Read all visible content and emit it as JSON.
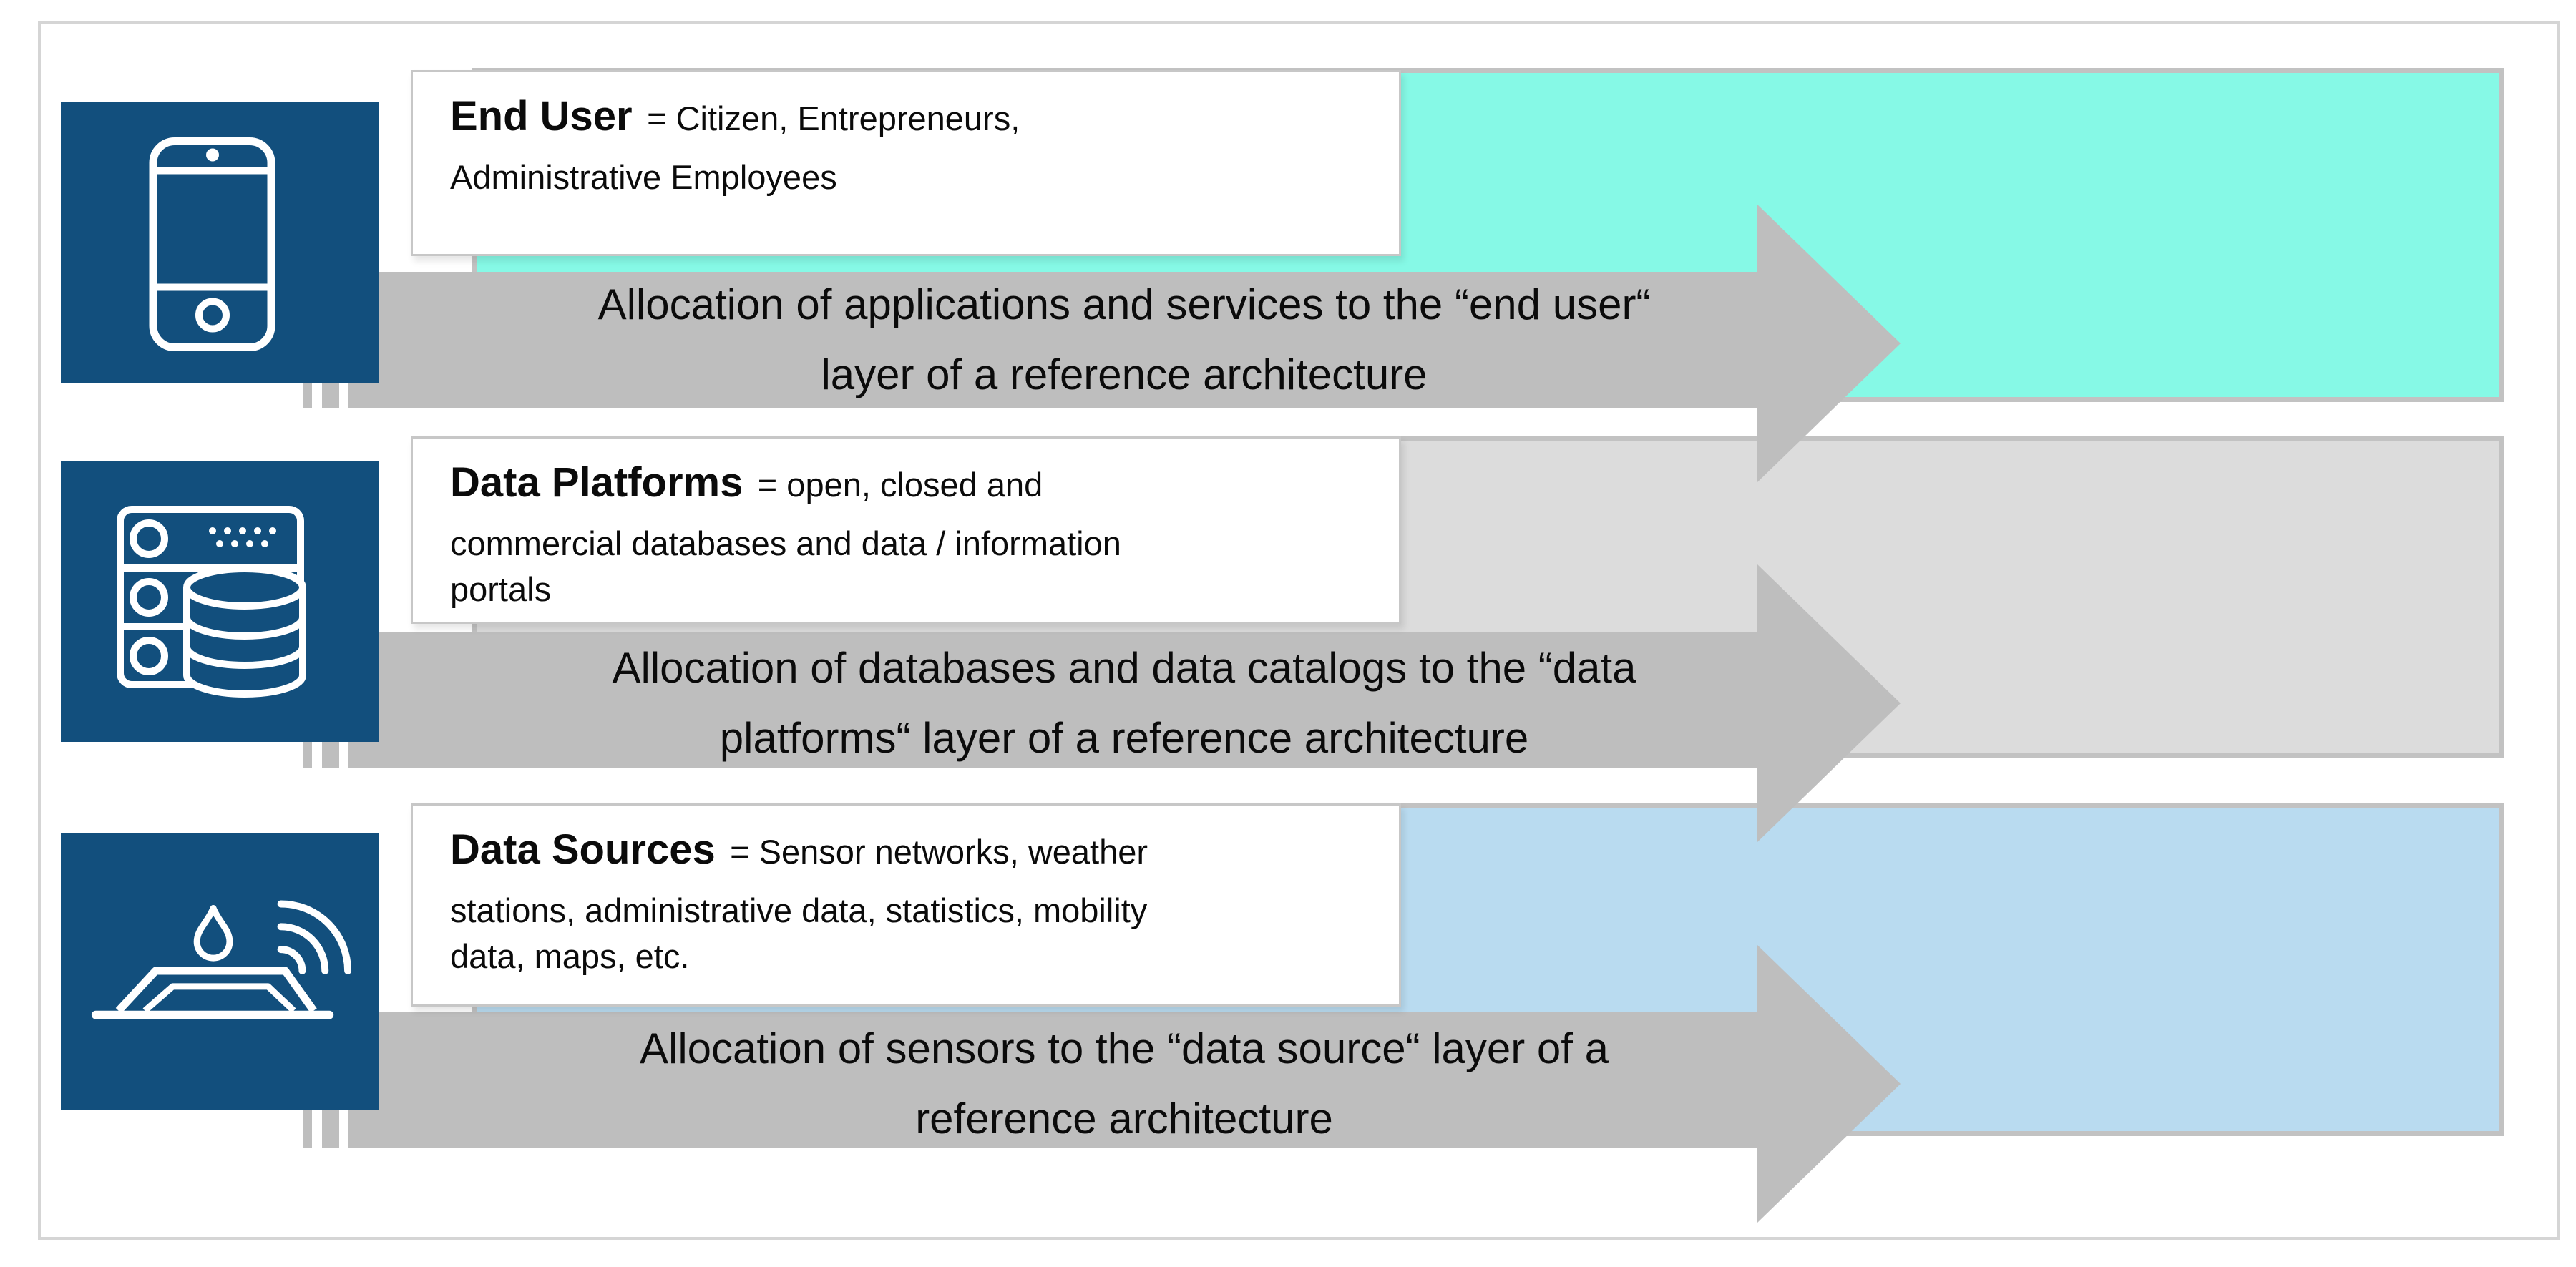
{
  "colors": {
    "navy": "#124F7D",
    "arrow_gray": "#BEBEBE",
    "band_border": "#C2C2C2",
    "cyan_band": "#86F9E6",
    "gray_band": "#DCDCDC",
    "blue_band": "#B9DBF0",
    "box_border": "#C7C7C7",
    "figure_border": "#D5D5D5",
    "text": "#0B0B0B"
  },
  "rows": [
    {
      "id": "end-user",
      "icon": "smartphone-icon",
      "title": "End User",
      "definition_inline": "= Citizen, Entrepreneurs,",
      "definition_lines": [
        "Administrative Employees"
      ],
      "caption_lines": [
        "Allocation of applications and services to the “end user“",
        "layer of a reference architecture"
      ],
      "band_color": "#86F9E6"
    },
    {
      "id": "data-platforms",
      "icon": "server-database-icon",
      "title": "Data Platforms",
      "definition_inline": "= open, closed and",
      "definition_lines": [
        "commercial databases and data / information",
        "portals"
      ],
      "caption_lines": [
        "Allocation of databases and data catalogs to the “data",
        "platforms“ layer of a reference architecture"
      ],
      "band_color": "#DCDCDC"
    },
    {
      "id": "data-sources",
      "icon": "sensor-icon",
      "title": "Data Sources",
      "definition_inline": "= Sensor networks, weather",
      "definition_lines": [
        "stations, administrative data, statistics, mobility",
        "data, maps, etc."
      ],
      "caption_lines": [
        "Allocation of sensors to the “data source“ layer of a",
        "reference architecture"
      ],
      "band_color": "#B9DBF0"
    }
  ]
}
